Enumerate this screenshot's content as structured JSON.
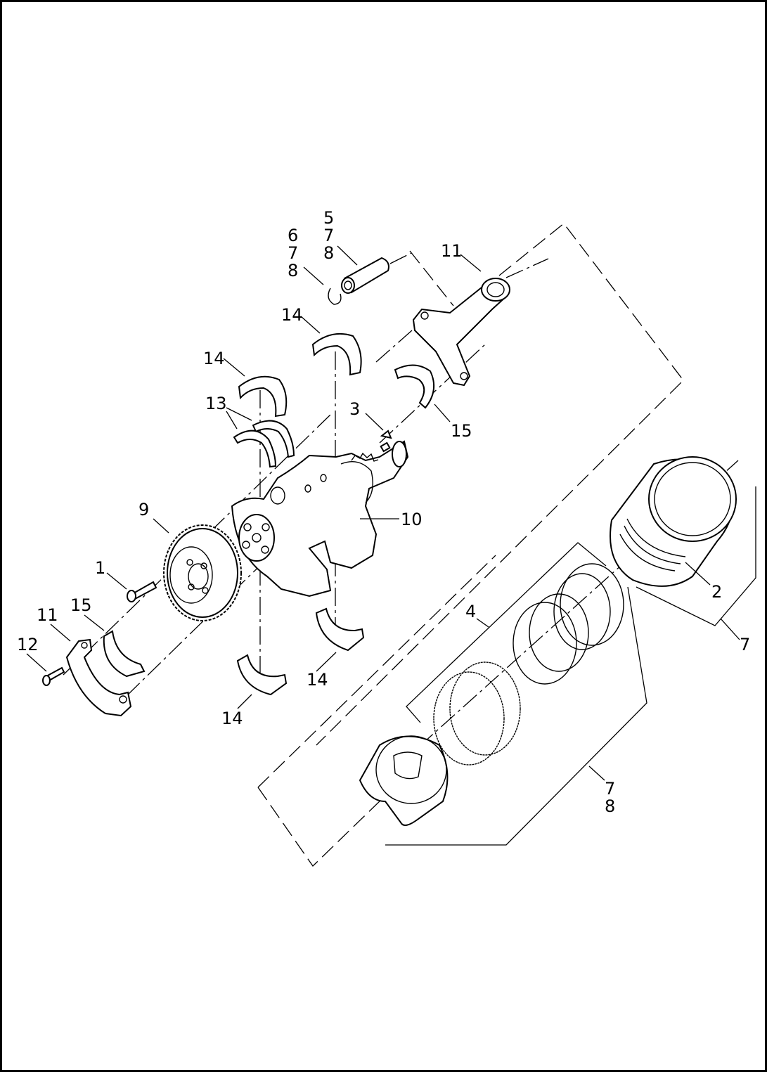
{
  "callouts": {
    "c1": "1",
    "c2": "2",
    "c3": "3",
    "c4": "4",
    "c5": "5",
    "c6": "6",
    "c7_pin": "7",
    "c8_pin": "8",
    "c7_clip": "7",
    "c8_clip": "8",
    "c7_cyl": "7",
    "c7_kit": "7",
    "c8_kit": "8",
    "c9": "9",
    "c10": "10",
    "c11_top": "11",
    "c11_bottom": "11",
    "c12": "12",
    "c13": "13",
    "c14_a": "14",
    "c14_b": "14",
    "c14_c": "14",
    "c14_d": "14",
    "c15_a": "15",
    "c15_b": "15"
  }
}
